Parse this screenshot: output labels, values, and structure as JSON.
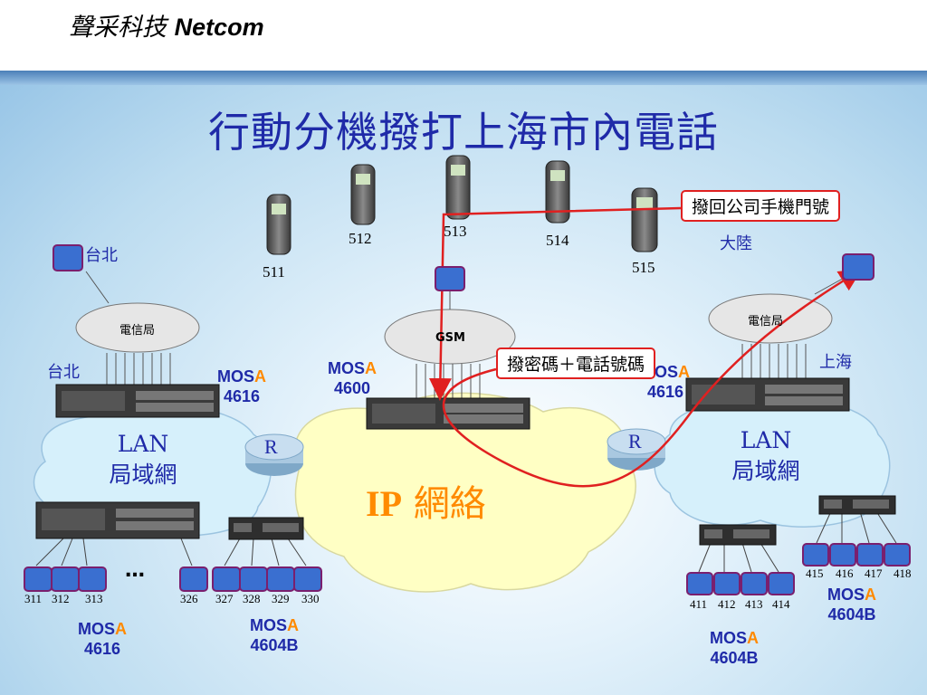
{
  "header": {
    "brand_cn": "聲采科技",
    "brand_en": "Netcom"
  },
  "title": "行動分機撥打上海市內電話",
  "mobiles": [
    "511",
    "512",
    "513",
    "514",
    "515"
  ],
  "regions": {
    "taipei_top": "台北",
    "taipei_lan": "台北",
    "mainland": "大陸",
    "shanghai": "上海"
  },
  "telecom_label": "電信局",
  "gsm_label": "GSM",
  "callouts": {
    "dial_back": "撥回公司手機門號",
    "dial_code": "撥密碼＋電話號碼"
  },
  "ip_cloud": {
    "prefix": "IP",
    "suffix": "網絡"
  },
  "lan": {
    "line1": "LAN",
    "line2": "局域網"
  },
  "router_label": "R",
  "mos": {
    "prefix": "MOS",
    "suffix": "A"
  },
  "devices": {
    "left_top": "4616",
    "center": "4600",
    "right_top": "4616",
    "left_bottom_1": "4616",
    "left_bottom_2": "4604B",
    "right_bottom_1": "4604B",
    "right_bottom_2": "4604B"
  },
  "ellipsis": "…",
  "ext_left": [
    "311",
    "312",
    "313",
    "326",
    "327",
    "328",
    "329",
    "330"
  ],
  "ext_right": [
    "411",
    "412",
    "413",
    "414",
    "415",
    "416",
    "417",
    "418"
  ],
  "colors": {
    "title": "#1f2aa8",
    "accent": "#ff8a00",
    "arrow": "#e02020",
    "ip_cloud": "#ffffc4",
    "lan_cloud": "#d6f0fb",
    "router": "#a9c8e0"
  }
}
